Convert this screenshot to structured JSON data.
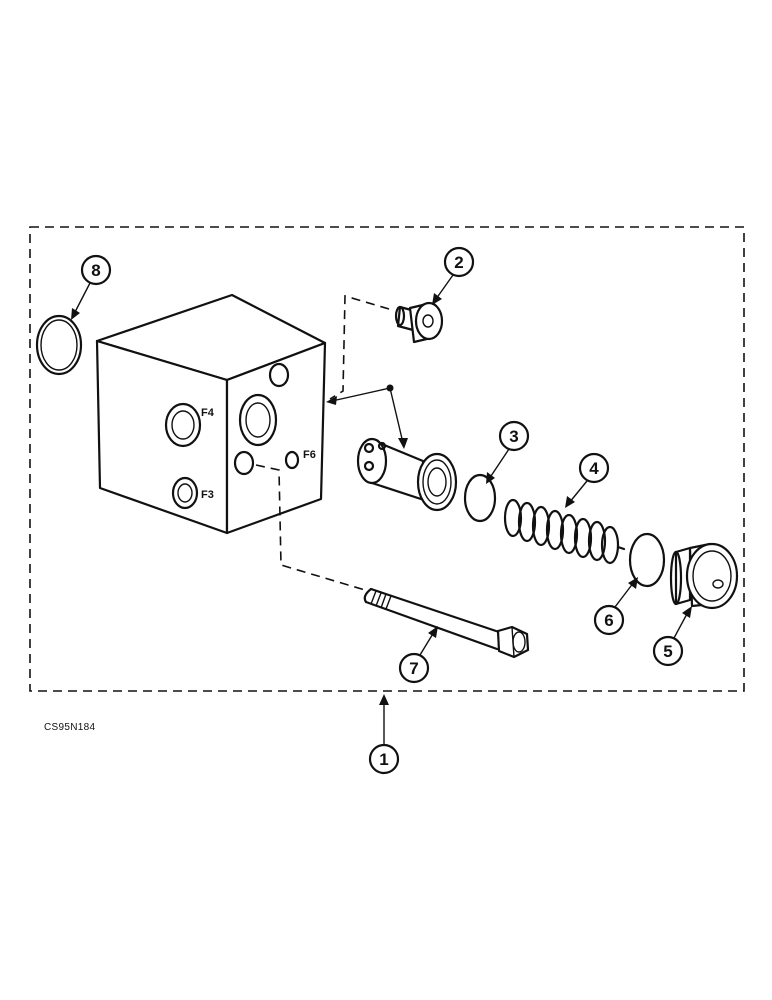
{
  "drawing_code": "CS95N184",
  "port_labels": {
    "f4": "F4",
    "f3": "F3",
    "f6": "F6"
  },
  "callouts": {
    "c1": "1",
    "c2": "2",
    "c3": "3",
    "c4": "4",
    "c5": "5",
    "c6": "6",
    "c7": "7",
    "c8": "8"
  }
}
